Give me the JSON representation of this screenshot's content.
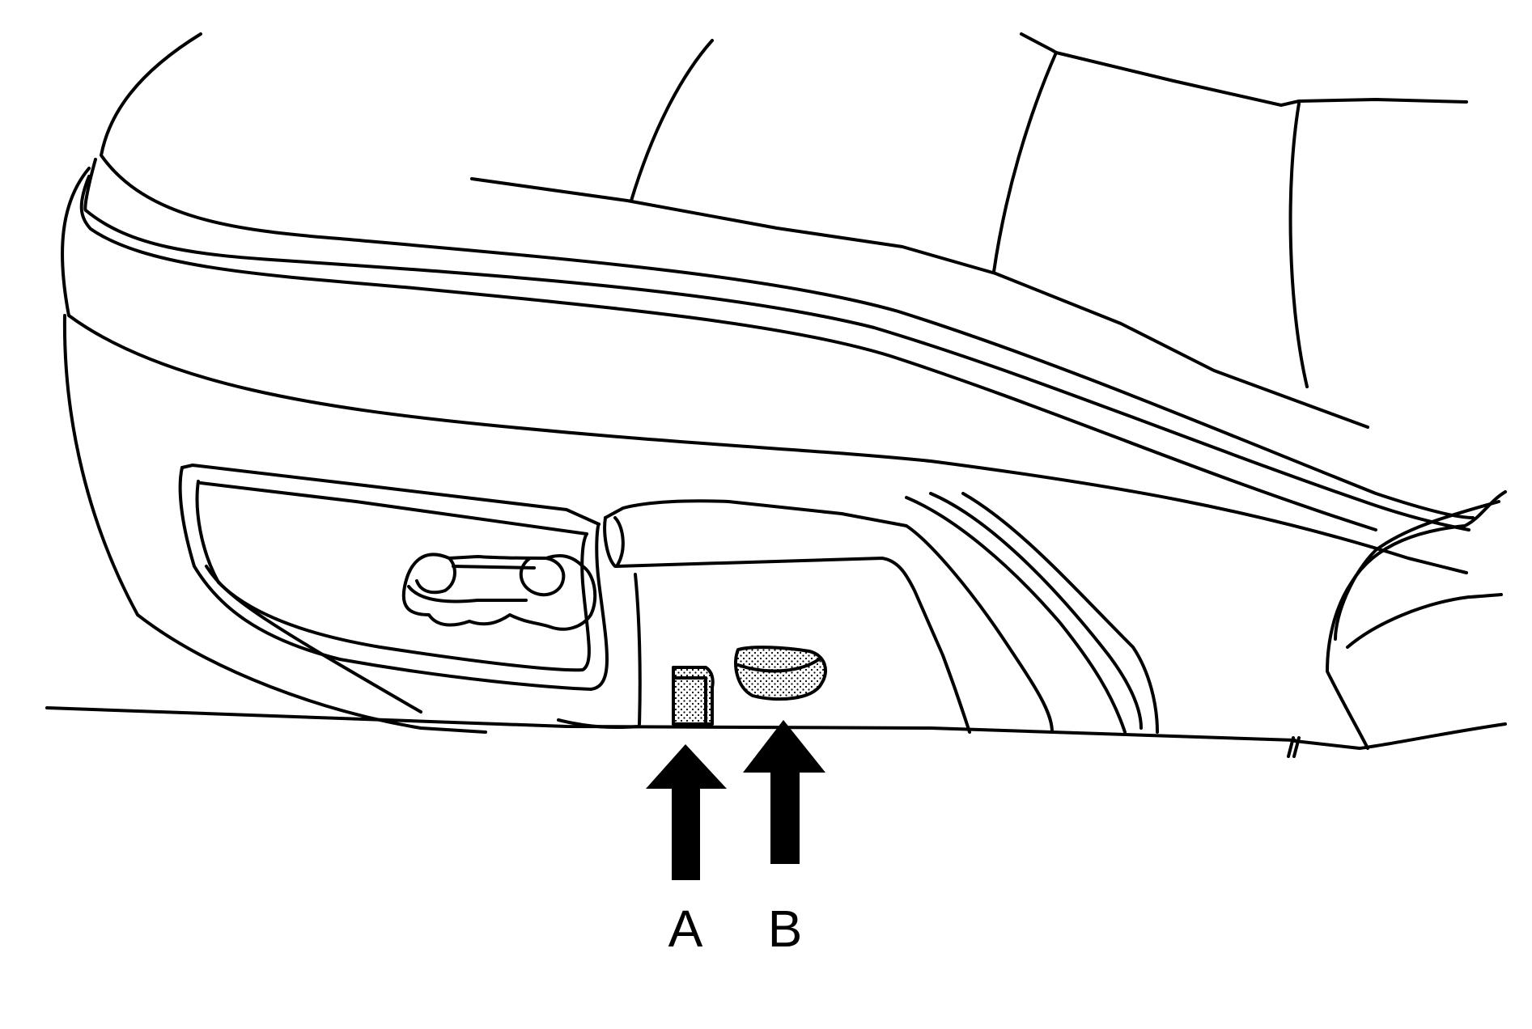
{
  "figure": {
    "callouts": [
      {
        "id": "A",
        "label": "A"
      },
      {
        "id": "B",
        "label": "B"
      }
    ],
    "colors": {
      "line": "#000000",
      "background": "#ffffff"
    }
  }
}
